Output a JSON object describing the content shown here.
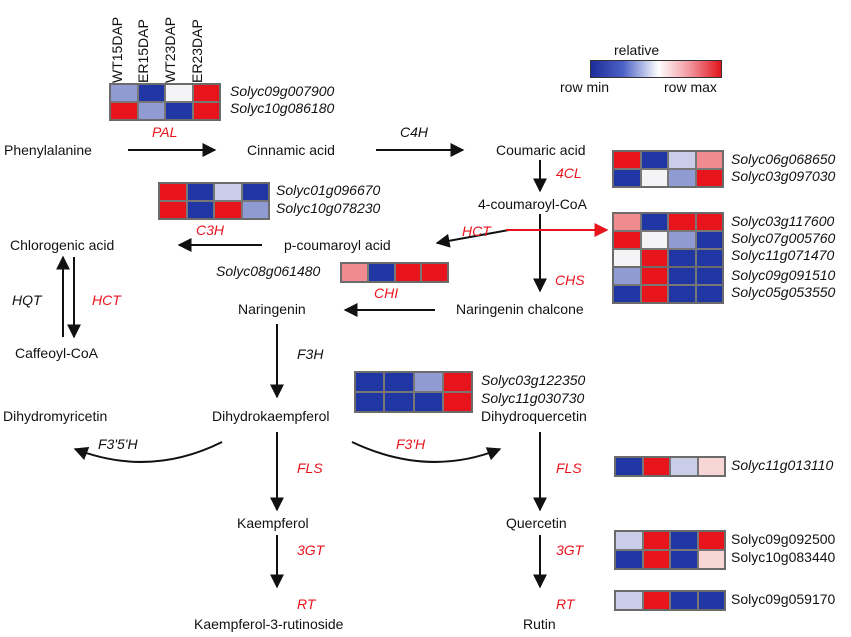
{
  "colors": {
    "red": "#e8141c",
    "blue": "#1f36a3",
    "light_blue": "#8f9bd2",
    "very_light_blue": "#c9cde8",
    "pink": "#f08c90",
    "light_pink": "#f9d6d6",
    "white": "#f4f4f7"
  },
  "columns": [
    "WT15DAP",
    "ER15DAP",
    "WT23DAP",
    "ER23DAP"
  ],
  "legend": {
    "title": "relative",
    "min": "row min",
    "max": "row max"
  },
  "compounds": {
    "phenylalanine": "Phenylalanine",
    "cinnamic_acid": "Cinnamic acid",
    "coumaric_acid": "Coumaric acid",
    "coumaroyl_coa": "4-coumaroyl-CoA",
    "chlorogenic_acid": "Chlorogenic acid",
    "p_coumaroyl_acid": "p-coumaroyl acid",
    "naringenin": "Naringenin",
    "naringenin_chalcone": "Naringenin chalcone",
    "caffeoyl_coa": "Caffeoyl-CoA",
    "dihydromyricetin": "Dihydromyricetin",
    "dihydrokaempferol": "Dihydrokaempferol",
    "dihydroquercetin": "Dihydroquercetin",
    "kaempferol": "Kaempferol",
    "quercetin": "Quercetin",
    "kaempferol_rutinoside": "Kaempferol-3-rutinoside",
    "rutin": "Rutin"
  },
  "enzymes": {
    "pal": "PAL",
    "c4h": "C4H",
    "cl4": "4CL",
    "c3h": "C3H",
    "hct_top": "HCT",
    "hct_left": "HCT",
    "hqt": "HQT",
    "chs": "CHS",
    "chi": "CHI",
    "f3h": "F3H",
    "f35h": "F3'5'H",
    "f3h_prime": "F3'H",
    "fls_left": "FLS",
    "fls_right": "FLS",
    "gt_left": "3GT",
    "gt_right": "3GT",
    "rt_left": "RT",
    "rt_right": "RT"
  },
  "genes": {
    "g07900": "Solyc09g007900",
    "g86180": "Solyc10g086180",
    "g68650": "Solyc06g068650",
    "g97030": "Solyc03g097030",
    "g96670": "Solyc01g096670",
    "g78230": "Solyc10g078230",
    "g17600": "Solyc03g117600",
    "g05760": "Solyc07g005760",
    "g71470": "Solyc11g071470",
    "g61480": "Solyc08g061480",
    "g91510": "Solyc09g091510",
    "g53550": "Solyc05g053550",
    "g22350": "Solyc03g122350",
    "g30730": "Solyc11g030730",
    "g13110": "Solyc11g013110",
    "g92500": "Solyc09g092500",
    "g83440": "Solyc10g083440",
    "g59170": "Solyc09g059170"
  },
  "heatmaps": {
    "pal": [
      [
        "light_blue",
        "blue",
        "white",
        "red"
      ],
      [
        "red",
        "light_blue",
        "blue",
        "red"
      ]
    ],
    "cl4": [
      [
        "red",
        "blue",
        "very_light_blue",
        "pink"
      ],
      [
        "blue",
        "white",
        "light_blue",
        "red"
      ]
    ],
    "c3h": [
      [
        "red",
        "blue",
        "very_light_blue",
        "blue"
      ],
      [
        "red",
        "blue",
        "red",
        "light_blue"
      ]
    ],
    "hct": [
      [
        "pink",
        "blue",
        "red",
        "red"
      ],
      [
        "red",
        "white",
        "light_blue",
        "blue"
      ],
      [
        "white",
        "red",
        "blue",
        "blue"
      ]
    ],
    "chi": [
      [
        "pink",
        "blue",
        "red",
        "red"
      ]
    ],
    "chs": [
      [
        "light_blue",
        "red",
        "blue",
        "blue"
      ],
      [
        "blue",
        "red",
        "blue",
        "blue"
      ]
    ],
    "f3h": [
      [
        "blue",
        "blue",
        "light_blue",
        "red"
      ],
      [
        "blue",
        "blue",
        "blue",
        "red"
      ]
    ],
    "fls": [
      [
        "blue",
        "red",
        "very_light_blue",
        "light_pink"
      ]
    ],
    "gt3": [
      [
        "very_light_blue",
        "red",
        "blue",
        "red"
      ],
      [
        "blue",
        "red",
        "blue",
        "light_pink"
      ]
    ],
    "rt": [
      [
        "very_light_blue",
        "red",
        "blue",
        "blue"
      ]
    ]
  }
}
